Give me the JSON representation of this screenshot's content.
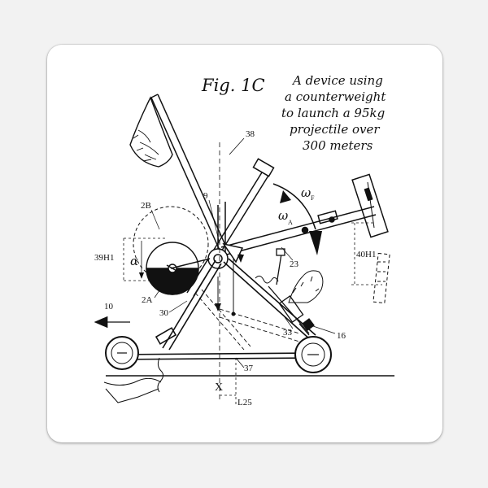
{
  "figure": {
    "title": "Fig. 1C",
    "caption_lines": [
      "A device using",
      "a counterweight",
      "to launch a 95kg",
      "projectile over",
      "300 meters"
    ]
  },
  "labels": {
    "ref_38": "38",
    "ref_9": "9",
    "ref_2B": "2B",
    "ref_39H1": "39H1",
    "ref_2A": "2A",
    "ref_10": "10",
    "ref_30": "30",
    "ref_23": "23",
    "ref_40H1": "40H1",
    "ref_33": "33",
    "ref_16": "16",
    "ref_37": "37",
    "ref_X": "X",
    "ref_L25": "L25",
    "omega_F": "ω",
    "omega_F_sub": "F",
    "omega_A": "ω",
    "omega_A_sub": "A",
    "alpha": "α"
  },
  "colors": {
    "ink": "#111111",
    "paper": "#ffffff",
    "background": "#f2f2f2"
  }
}
